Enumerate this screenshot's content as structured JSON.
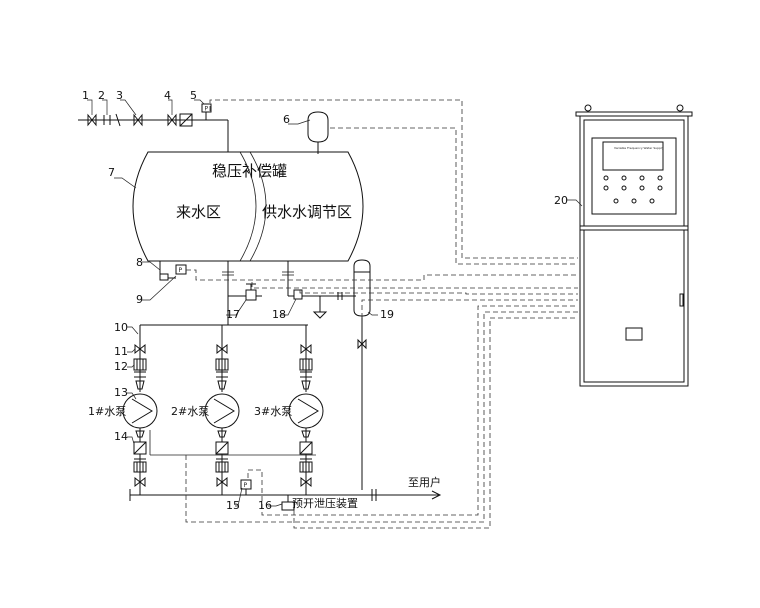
{
  "tank": {
    "title": "稳压补偿罐",
    "zone_left": "来水区",
    "zone_right": "供水水调节区"
  },
  "pumps": [
    {
      "label": "1#水泵"
    },
    {
      "label": "2#水泵"
    },
    {
      "label": "3#水泵"
    }
  ],
  "outlet": {
    "label": "至用户"
  },
  "device_16": {
    "label": "预开泄压装置"
  },
  "callouts": [
    "1",
    "2",
    "3",
    "4",
    "5",
    "6",
    "7",
    "8",
    "9",
    "10",
    "11",
    "12",
    "13",
    "14",
    "15",
    "16",
    "17",
    "18",
    "19",
    "20"
  ],
  "gauge_letter": "P",
  "cabinet": {
    "screen_text": "Variable Frequency Water Supply"
  }
}
